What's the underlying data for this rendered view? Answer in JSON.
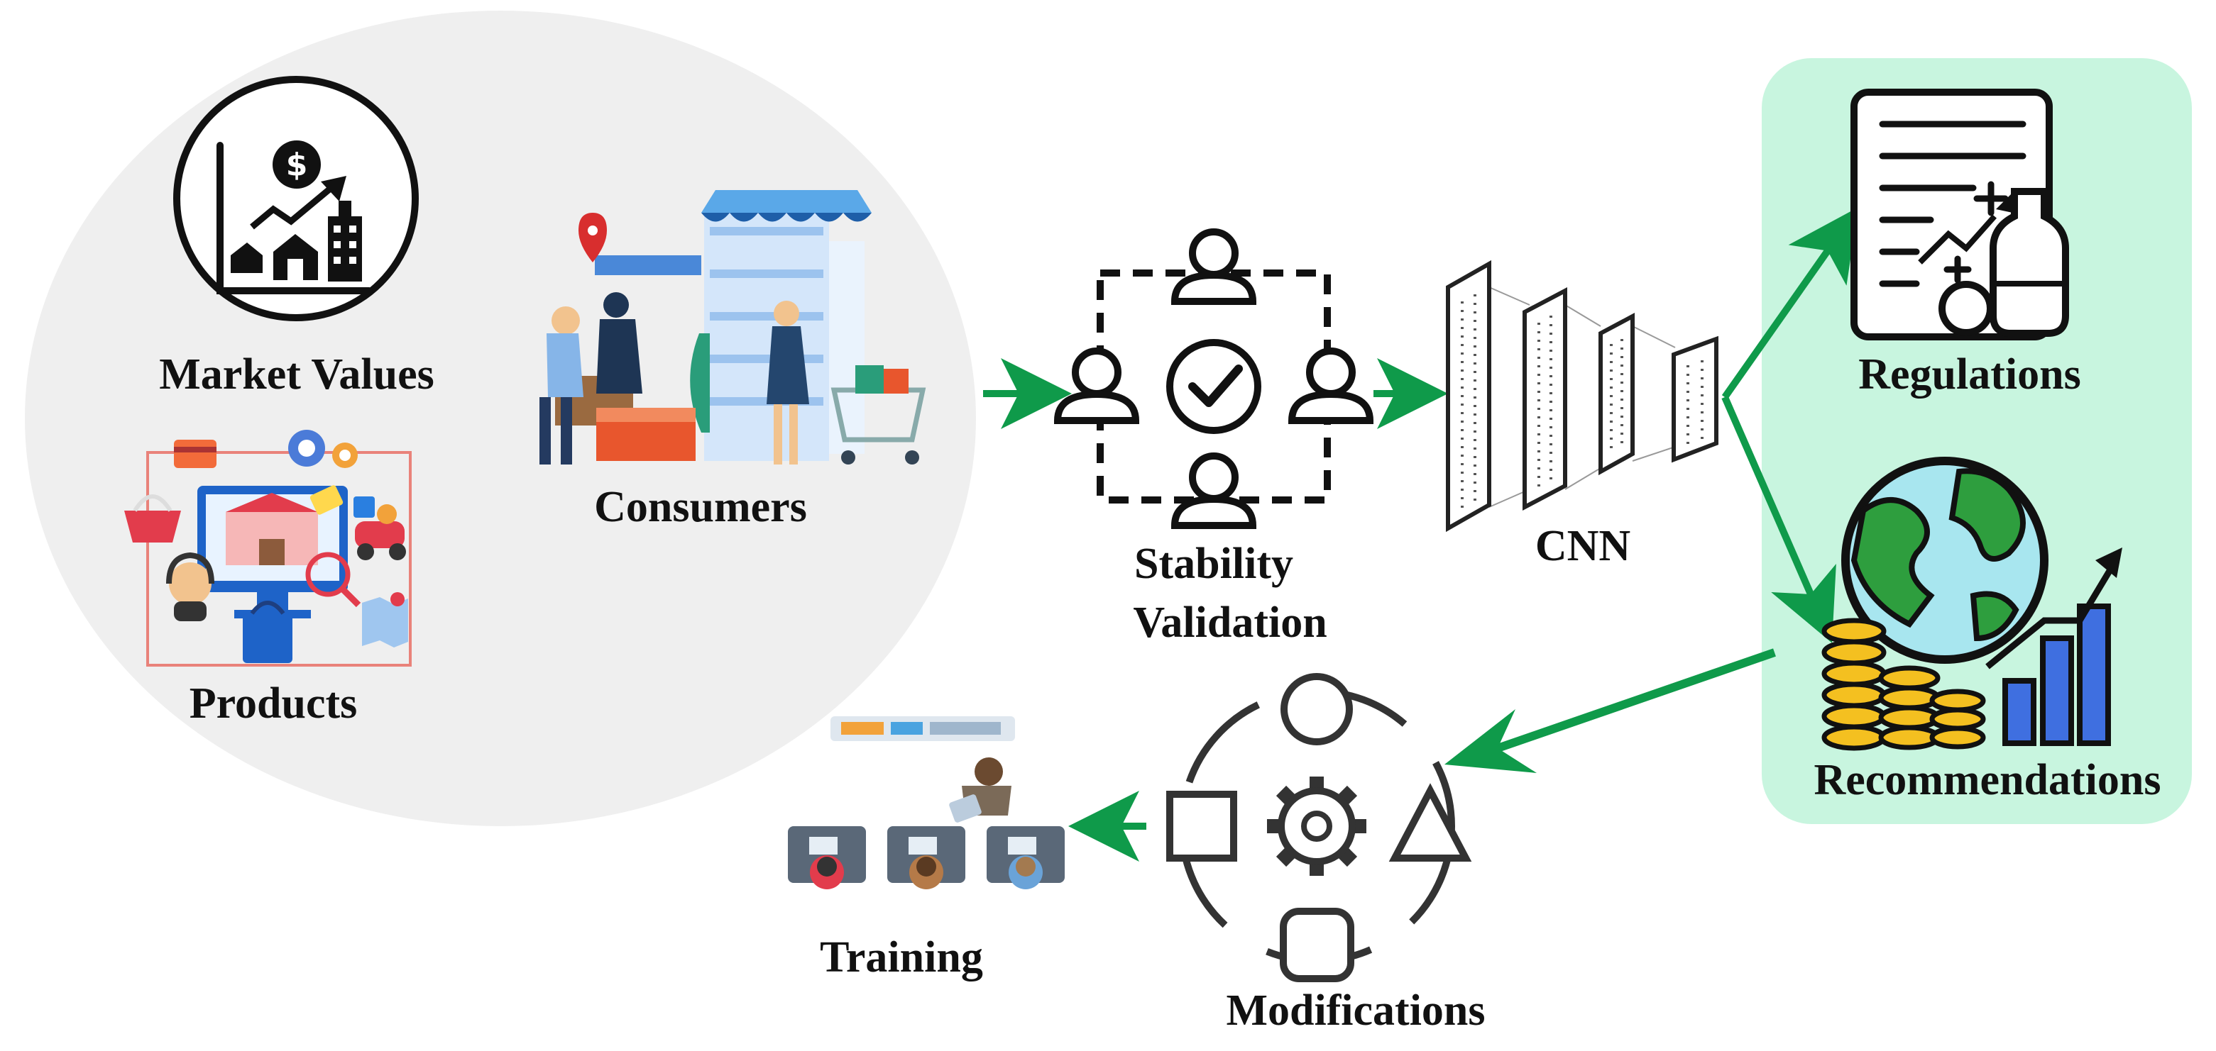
{
  "labels": {
    "market_values": "Market Values",
    "products": "Products",
    "consumers": "Consumers",
    "stability_line1": "Stability",
    "stability_line2": "Validation",
    "cnn": "CNN",
    "regulations": "Regulations",
    "recommendations": "Recommendations",
    "modifications": "Modifications",
    "training": "Training"
  },
  "icons": {
    "market_values": "market-values-icon",
    "products": "ecommerce-products-icon",
    "consumers": "shopping-consumers-icon",
    "stability": "team-validation-icon",
    "cnn": "neural-network-layers-icon",
    "regulations": "regulations-document-icon",
    "recommendations": "globe-coins-growth-icon",
    "modifications": "gear-shapes-icon",
    "training": "training-meeting-icon"
  },
  "colors": {
    "arrow": "#0f9a4a",
    "input_region": "#efefef",
    "output_region": "#c8f5df",
    "coin": "#f4c020",
    "globe_land": "#2e9e3e",
    "globe_water": "#a8e6ef",
    "bars": "#3f6fe0"
  }
}
